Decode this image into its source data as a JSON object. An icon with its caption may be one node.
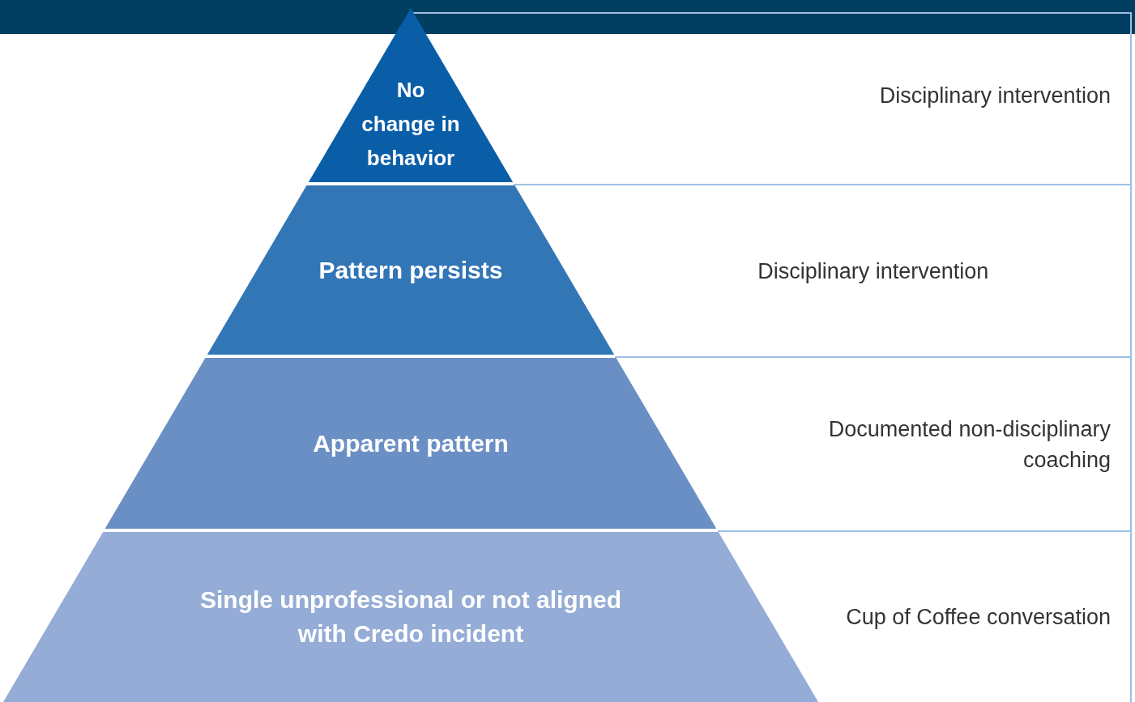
{
  "diagram": {
    "nodes": [
      {
        "text": [
          "No change in behavior"
        ]
      },
      {
        "text": [
          "Pattern persists"
        ]
      },
      {
        "text": [
          "Apparent pattern"
        ]
      },
      {
        "text": [
          "Single unprofessional or not aligned with Credo incident"
        ]
      },
      {
        "text": [
          "Disciplinary intervention"
        ]
      },
      {
        "text": [
          "Disciplinary intervention"
        ]
      },
      {
        "text": [
          "Documented non-disciplinary coaching"
        ]
      },
      {
        "text": [
          "Cup of Coffee conversation"
        ]
      }
    ]
  }
}
